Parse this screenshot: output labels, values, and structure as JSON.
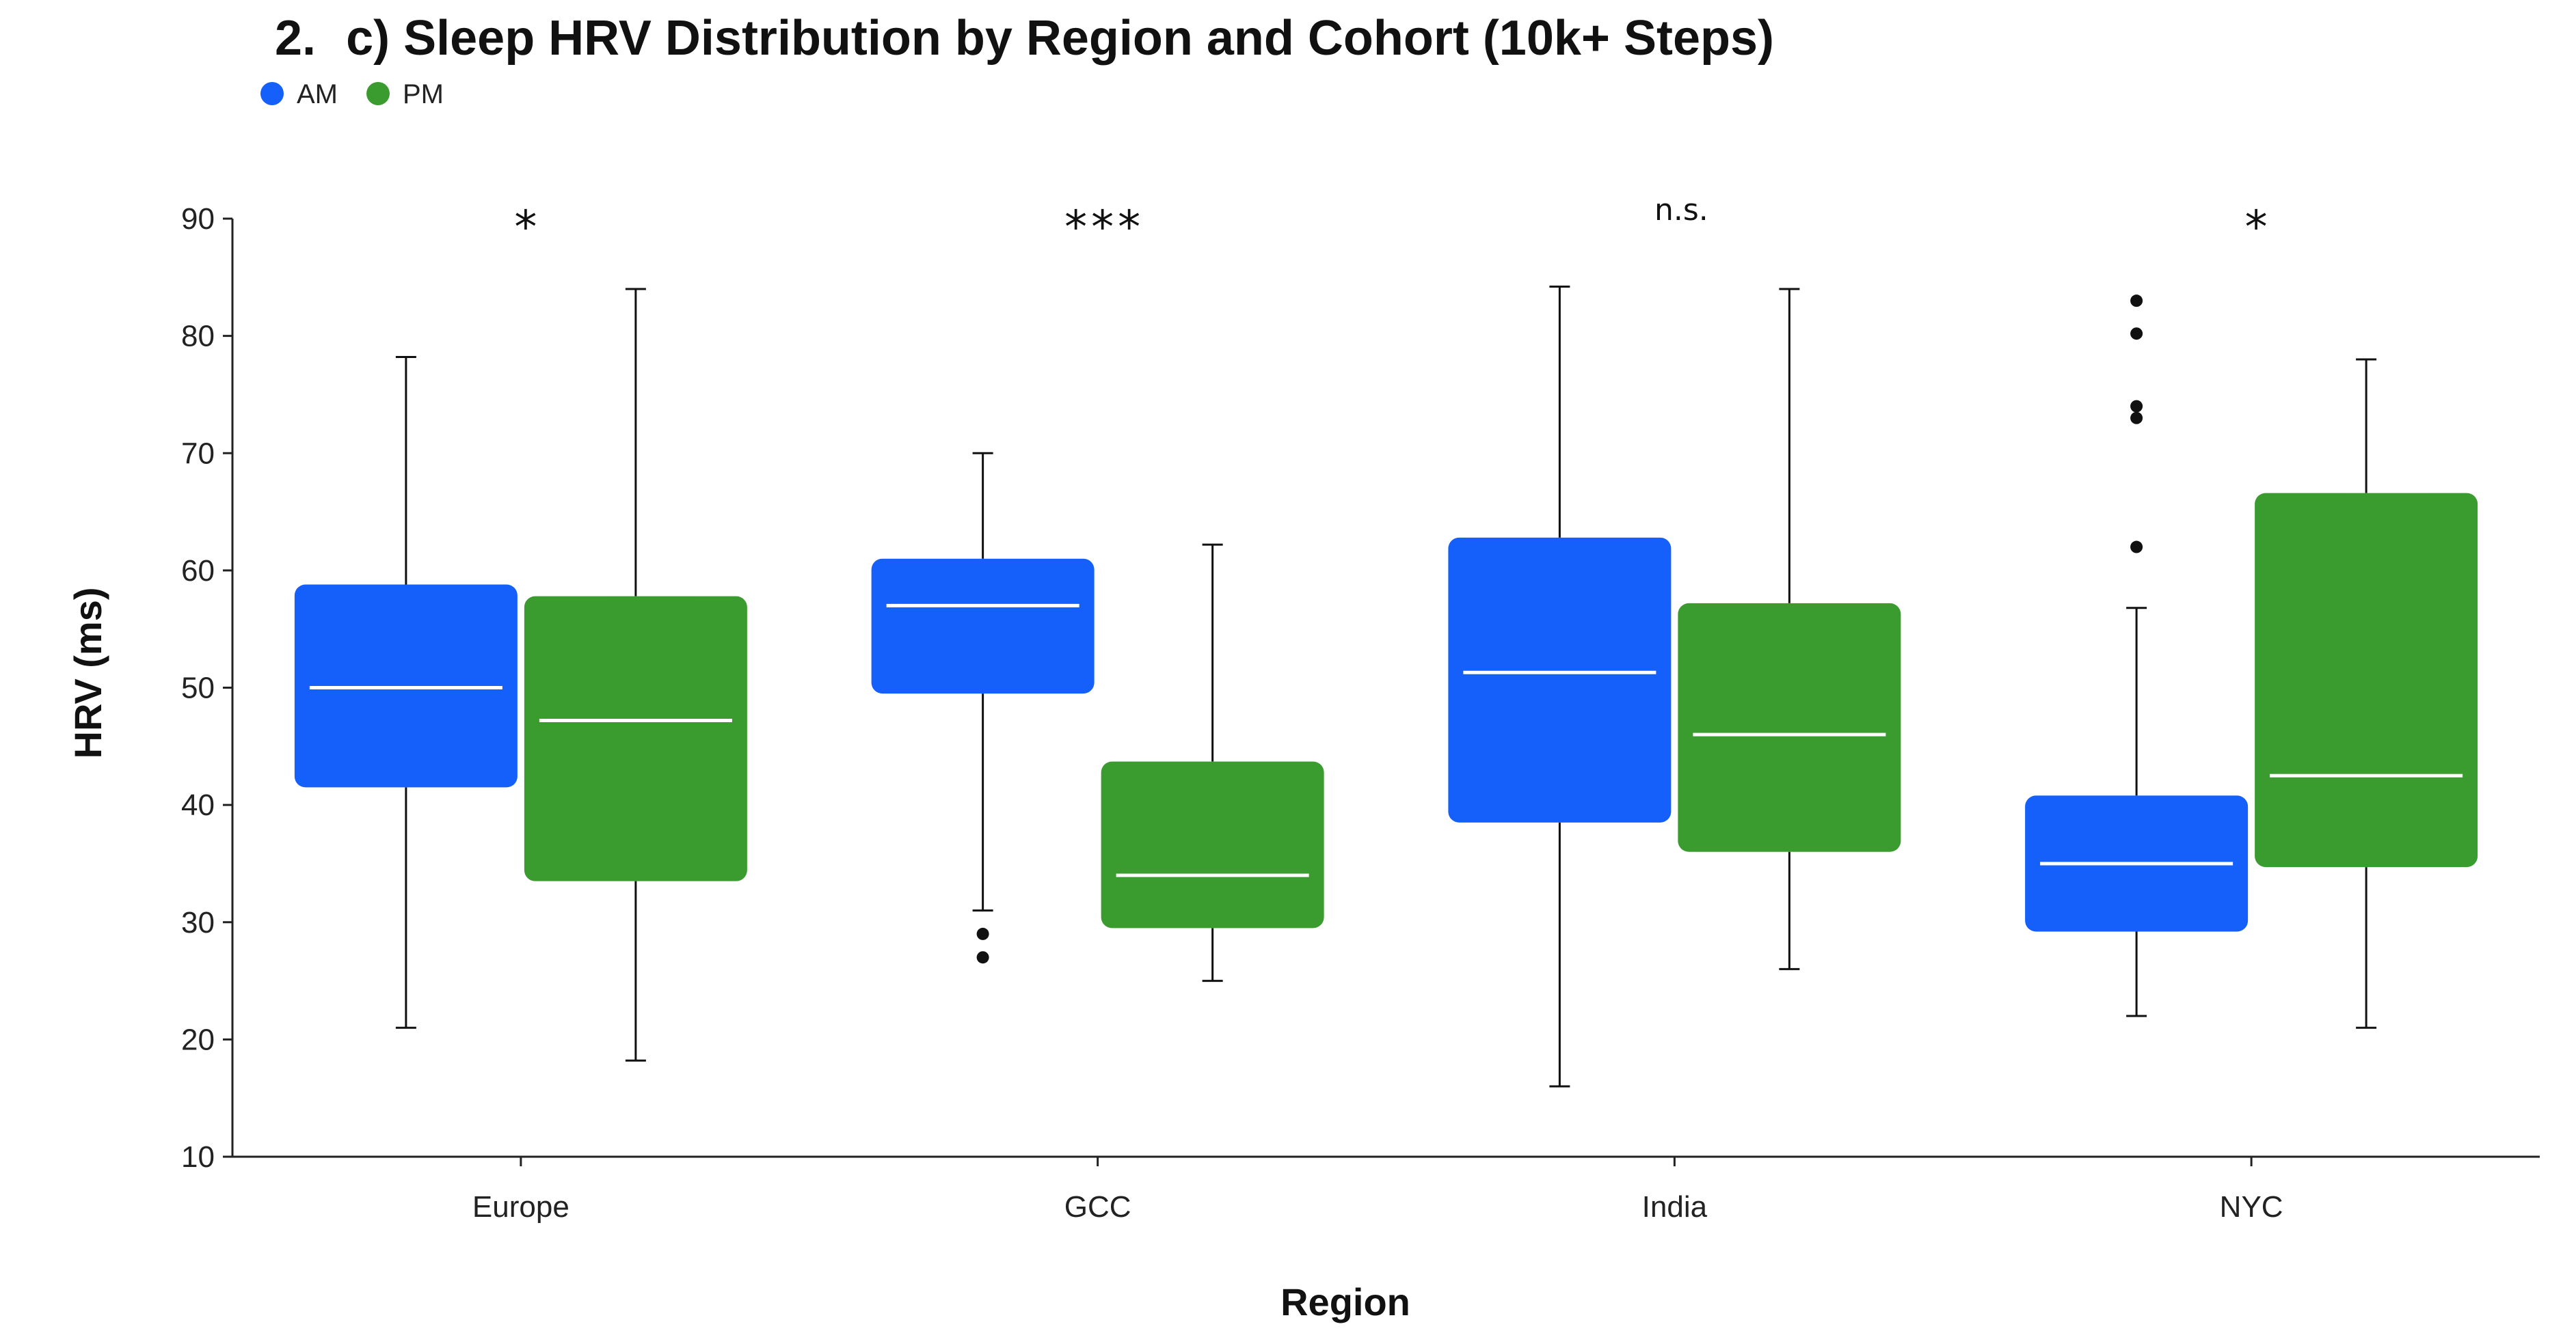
{
  "chart_data": {
    "type": "box",
    "title_number": "2.",
    "title": "c) Sleep HRV Distribution by Region and Cohort (10k+ Steps)",
    "xlabel": "Region",
    "ylabel": "HRV (ms)",
    "ylim": [
      10,
      90
    ],
    "yticks": [
      10,
      20,
      30,
      40,
      50,
      60,
      70,
      80,
      90
    ],
    "grid": false,
    "legend_position": "top-left",
    "categories": [
      "Europe",
      "GCC",
      "India",
      "NYC"
    ],
    "significance": [
      "*",
      "***",
      "n.s.",
      "*"
    ],
    "series": [
      {
        "name": "AM",
        "color": "#1560fb",
        "boxes": [
          {
            "whisker_low": 21.0,
            "q1": 41.5,
            "median": 50.0,
            "q3": 58.8,
            "whisker_high": 78.2,
            "outliers": []
          },
          {
            "whisker_low": 31.0,
            "q1": 49.5,
            "median": 57.0,
            "q3": 61.0,
            "whisker_high": 70.0,
            "outliers": [
              29.0,
              27.0
            ]
          },
          {
            "whisker_low": 16.0,
            "q1": 38.5,
            "median": 51.3,
            "q3": 62.8,
            "whisker_high": 84.2,
            "outliers": []
          },
          {
            "whisker_low": 22.0,
            "q1": 29.2,
            "median": 35.0,
            "q3": 40.8,
            "whisker_high": 56.8,
            "outliers": [
              62.0,
              73.0,
              74.0,
              80.2,
              83.0
            ]
          }
        ]
      },
      {
        "name": "PM",
        "color": "#3a9b2e",
        "boxes": [
          {
            "whisker_low": 18.2,
            "q1": 33.5,
            "median": 47.2,
            "q3": 57.8,
            "whisker_high": 84.0,
            "outliers": []
          },
          {
            "whisker_low": 25.0,
            "q1": 29.5,
            "median": 34.0,
            "q3": 43.7,
            "whisker_high": 62.2,
            "outliers": []
          },
          {
            "whisker_low": 26.0,
            "q1": 36.0,
            "median": 46.0,
            "q3": 57.2,
            "whisker_high": 84.0,
            "outliers": []
          },
          {
            "whisker_low": 21.0,
            "q1": 34.7,
            "median": 42.5,
            "q3": 66.6,
            "whisker_high": 78.0,
            "outliers": []
          }
        ]
      }
    ]
  }
}
